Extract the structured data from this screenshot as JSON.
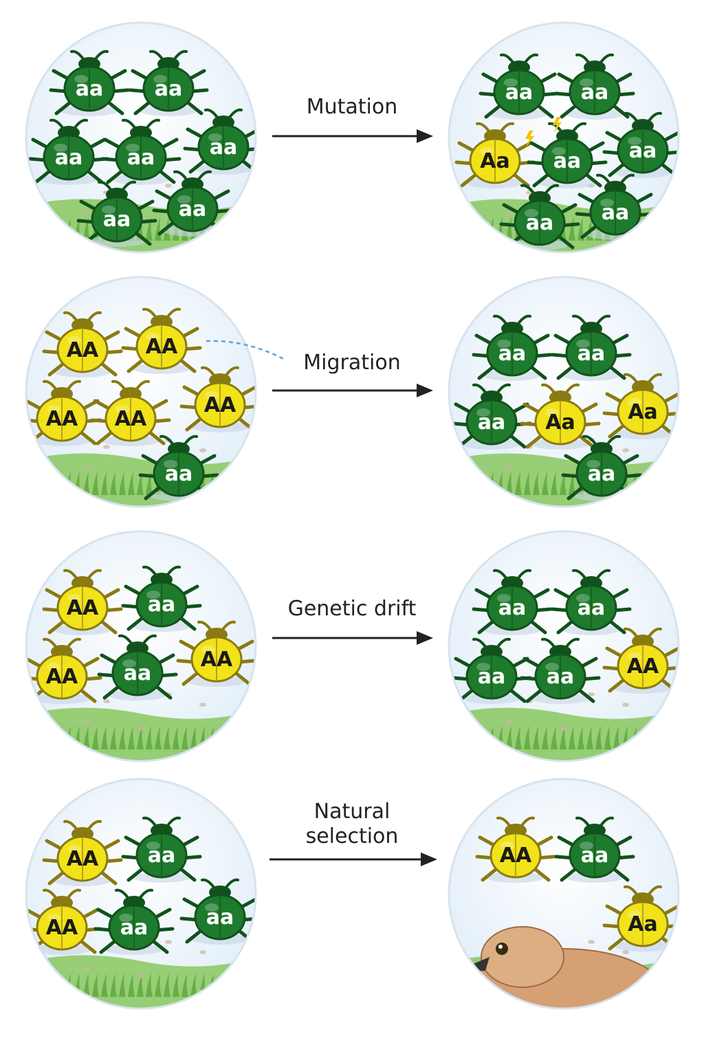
{
  "colors": {
    "beetle_green": "#1e7a2c",
    "beetle_green_dark": "#11521c",
    "beetle_yellow": "#f2e21a",
    "beetle_yellow_dark": "#8a7a12",
    "sky": "#e2eef8",
    "grass": "#7cc24a",
    "arrow": "#222222"
  },
  "icons": [
    "beetle-icon",
    "lightning-icon",
    "bird-icon"
  ],
  "rows": [
    {
      "label": "Mutation",
      "before": [
        {
          "genotype": "aa",
          "color": "green"
        },
        {
          "genotype": "aa",
          "color": "green"
        },
        {
          "genotype": "aa",
          "color": "green"
        },
        {
          "genotype": "aa",
          "color": "green"
        },
        {
          "genotype": "aa",
          "color": "green"
        },
        {
          "genotype": "aa",
          "color": "green"
        },
        {
          "genotype": "aa",
          "color": "green"
        }
      ],
      "after": [
        {
          "genotype": "aa",
          "color": "green"
        },
        {
          "genotype": "aa",
          "color": "green"
        },
        {
          "genotype": "Aa",
          "color": "yellow"
        },
        {
          "genotype": "aa",
          "color": "green"
        },
        {
          "genotype": "aa",
          "color": "green"
        },
        {
          "genotype": "aa",
          "color": "green"
        },
        {
          "genotype": "aa",
          "color": "green"
        }
      ]
    },
    {
      "label": "Migration",
      "before": [
        {
          "genotype": "AA",
          "color": "yellow"
        },
        {
          "genotype": "AA",
          "color": "yellow"
        },
        {
          "genotype": "AA",
          "color": "yellow"
        },
        {
          "genotype": "AA",
          "color": "yellow"
        },
        {
          "genotype": "AA",
          "color": "yellow"
        },
        {
          "genotype": "aa",
          "color": "green"
        }
      ],
      "after": [
        {
          "genotype": "aa",
          "color": "green"
        },
        {
          "genotype": "aa",
          "color": "green"
        },
        {
          "genotype": "aa",
          "color": "green"
        },
        {
          "genotype": "Aa",
          "color": "yellow"
        },
        {
          "genotype": "Aa",
          "color": "yellow"
        },
        {
          "genotype": "aa",
          "color": "green"
        }
      ]
    },
    {
      "label": "Genetic drift",
      "before": [
        {
          "genotype": "AA",
          "color": "yellow"
        },
        {
          "genotype": "aa",
          "color": "green"
        },
        {
          "genotype": "AA",
          "color": "yellow"
        },
        {
          "genotype": "aa",
          "color": "green"
        },
        {
          "genotype": "AA",
          "color": "yellow"
        }
      ],
      "after": [
        {
          "genotype": "aa",
          "color": "green"
        },
        {
          "genotype": "aa",
          "color": "green"
        },
        {
          "genotype": "aa",
          "color": "green"
        },
        {
          "genotype": "aa",
          "color": "green"
        },
        {
          "genotype": "AA",
          "color": "yellow"
        }
      ]
    },
    {
      "label": "Natural\nselection",
      "before": [
        {
          "genotype": "AA",
          "color": "yellow"
        },
        {
          "genotype": "aa",
          "color": "green"
        },
        {
          "genotype": "AA",
          "color": "yellow"
        },
        {
          "genotype": "aa",
          "color": "green"
        },
        {
          "genotype": "aa",
          "color": "green"
        }
      ],
      "after": [
        {
          "genotype": "AA",
          "color": "yellow"
        },
        {
          "genotype": "aa",
          "color": "green"
        },
        {
          "genotype": "Aa",
          "color": "yellow"
        }
      ]
    }
  ]
}
